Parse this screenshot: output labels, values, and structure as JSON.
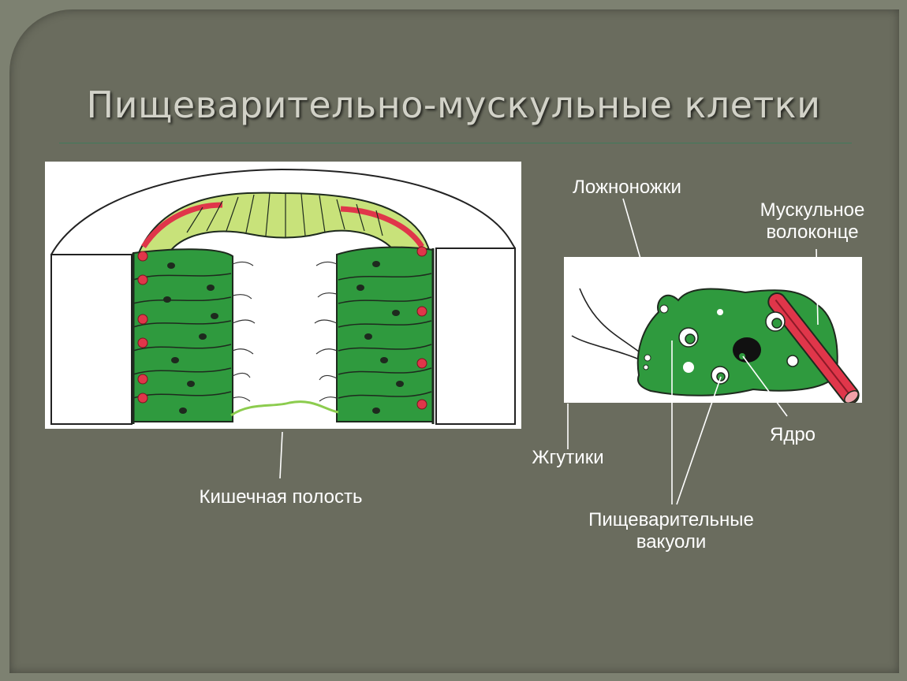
{
  "slide": {
    "title": "Пищеварительно-мускульные клетки"
  },
  "labels": {
    "pseudopodia": "Ложноножки",
    "muscle_fiber_line1": "Мускульное",
    "muscle_fiber_line2": "волоконце",
    "nucleus": "Ядро",
    "flagella": "Жгутики",
    "gut_cavity": "Кишечная полость",
    "vacuoles_line1": "Пищеварительные",
    "vacuoles_line2": "вакуоли"
  },
  "colors": {
    "cell_green": "#2f9a3e",
    "muscle_red": "#e0364a",
    "ectoderm_lime": "#c8e27a",
    "outline": "#1e2a1e"
  }
}
